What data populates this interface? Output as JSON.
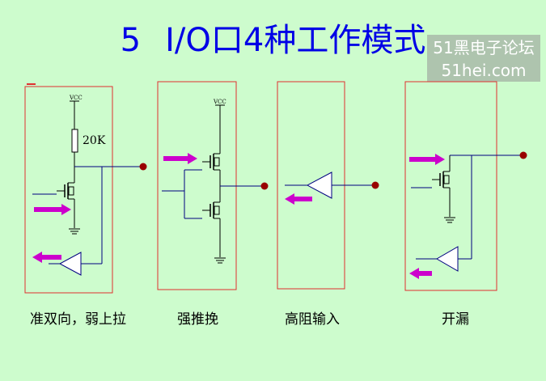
{
  "title": {
    "number": "5",
    "text": "I/O口4种工作模式"
  },
  "watermark": {
    "line1": "51黑电子论坛",
    "line2": "51hei.com"
  },
  "modes": [
    {
      "label": "准双向，弱上拉"
    },
    {
      "label": "强推挽"
    },
    {
      "label": "高阻输入"
    },
    {
      "label": "开漏"
    }
  ],
  "supply_label": "VCC",
  "resistor_label": "20K",
  "colors": {
    "title": "#0000e6",
    "background": "#cdfccd",
    "box": "#e03030",
    "wire": "#000080",
    "arrow": "#cc00cc",
    "pin": "#990000"
  }
}
